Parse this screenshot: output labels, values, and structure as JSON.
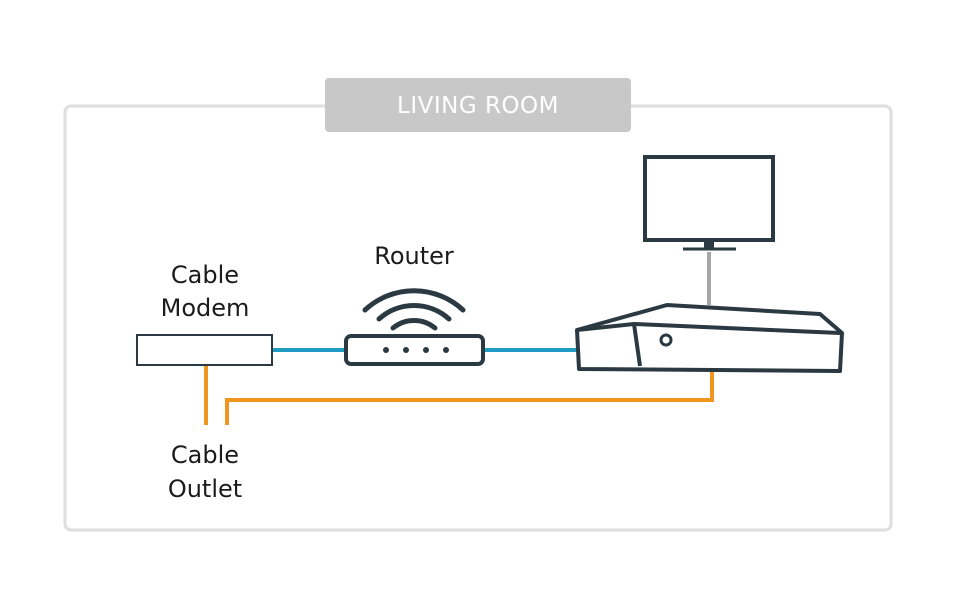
{
  "room": {
    "title": "LIVING ROOM"
  },
  "labels": {
    "cable_modem_line1": "Cable",
    "cable_modem_line2": "Modem",
    "router": "Router",
    "cable_outlet_line1": "Cable",
    "cable_outlet_line2": "Outlet"
  },
  "colors": {
    "room_border": "#dedede",
    "room_title_bg": "#c8c8c8",
    "device_stroke": "#2b3a42",
    "ethernet_cable": "#1f9bc4",
    "coax_cable": "#f0961e",
    "hdmi_cable": "#a6a6a6"
  }
}
